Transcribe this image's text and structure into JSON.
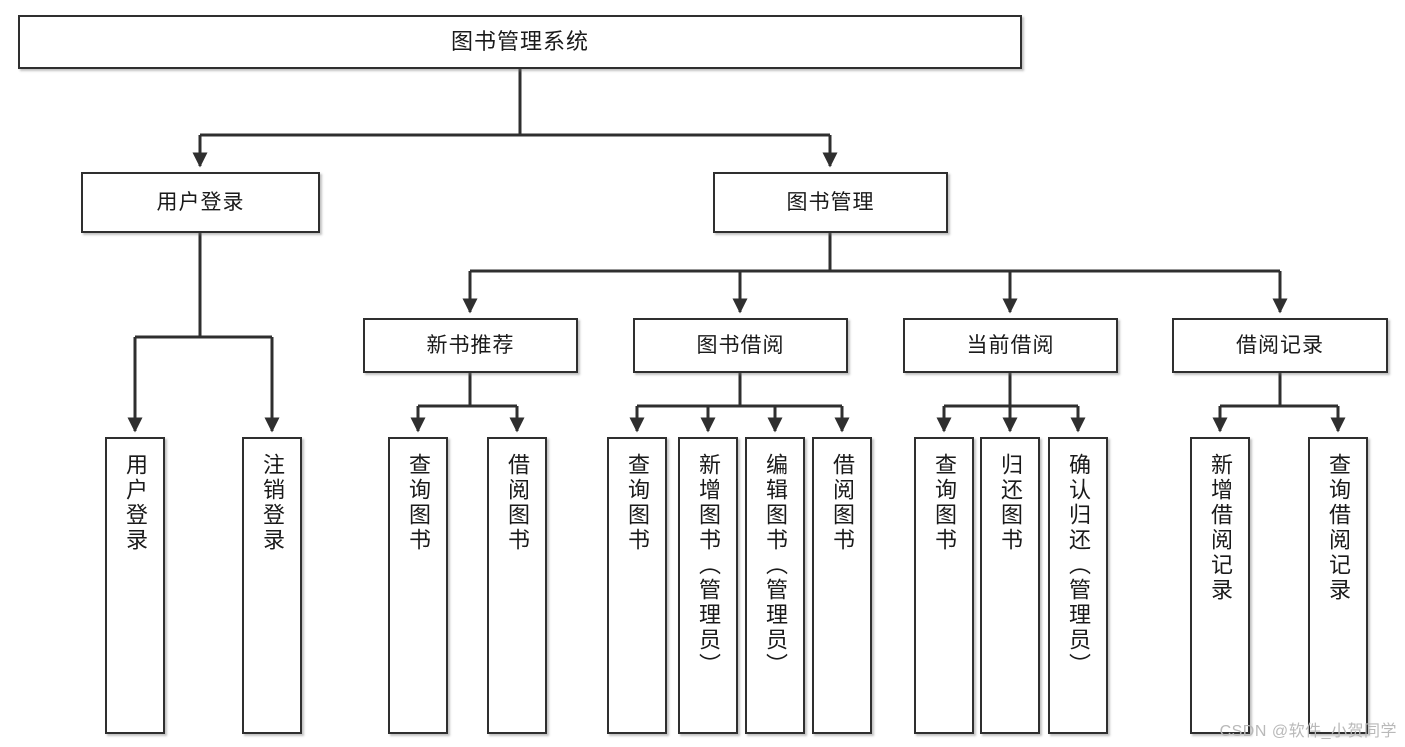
{
  "diagram": {
    "title": "图书管理系统",
    "style": {
      "box_border_color": "#2f2f2f",
      "box_fill_color": "#ffffff",
      "edge_color": "#2f2f2f",
      "text_color": "#1a1a1a",
      "watermark_color": "#b9b9b9"
    },
    "root": {
      "label": "图书管理系统"
    },
    "level2": [
      {
        "label": "用户登录"
      },
      {
        "label": "图书管理"
      }
    ],
    "level3": [
      {
        "label": "新书推荐"
      },
      {
        "label": "图书借阅"
      },
      {
        "label": "当前借阅"
      },
      {
        "label": "借阅记录"
      }
    ],
    "leaves": [
      {
        "label": "用户登录"
      },
      {
        "label": "注销登录"
      },
      {
        "label": "查询图书"
      },
      {
        "label": "借阅图书"
      },
      {
        "label": "查询图书"
      },
      {
        "label": "新增图书（管理员）"
      },
      {
        "label": "编辑图书（管理员）"
      },
      {
        "label": "借阅图书"
      },
      {
        "label": "查询图书"
      },
      {
        "label": "归还图书"
      },
      {
        "label": "确认归还（管理员）"
      },
      {
        "label": "新增借阅记录"
      },
      {
        "label": "查询借阅记录"
      }
    ]
  },
  "watermark": {
    "text": "CSDN @软件_小贺同学"
  }
}
